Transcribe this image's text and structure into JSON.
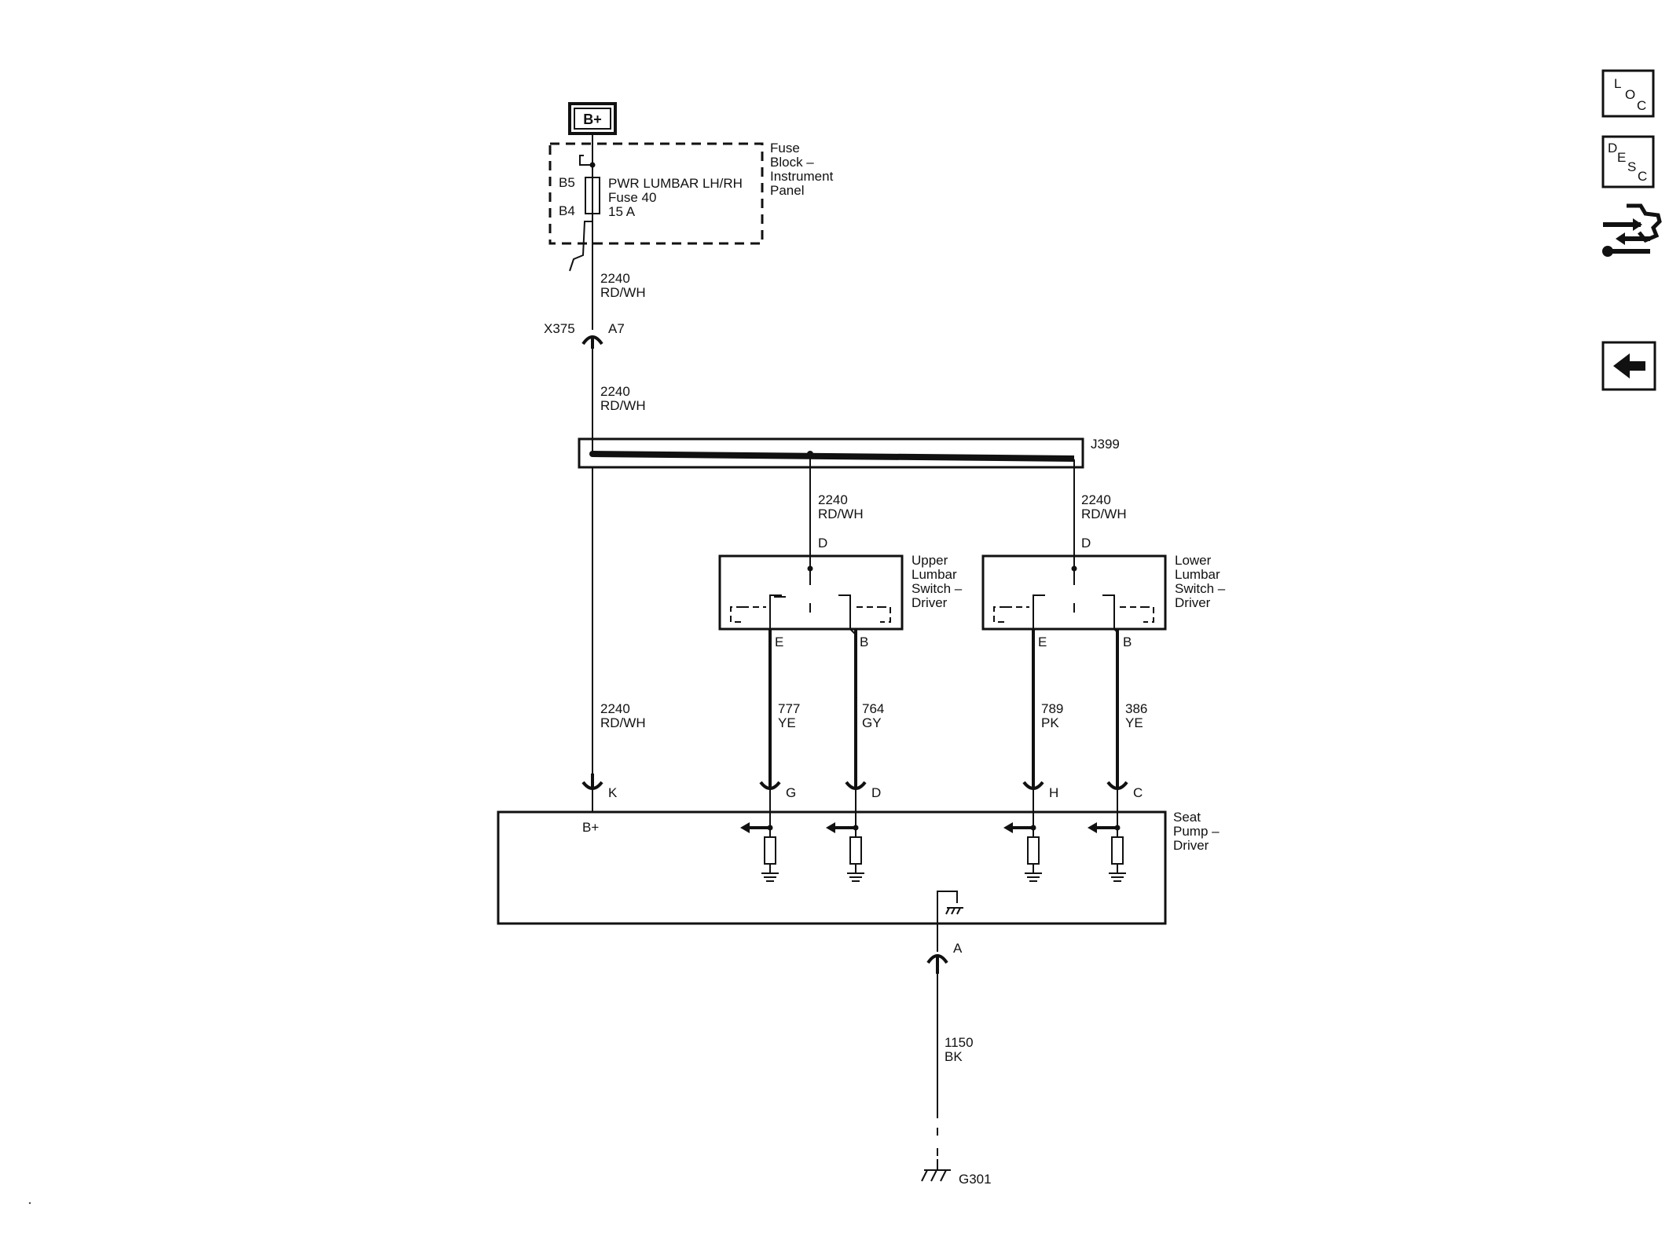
{
  "power_source": {
    "label": "B+"
  },
  "fuse_block": {
    "title_lines": [
      "Fuse",
      "Block –",
      "Instrument",
      "Panel"
    ],
    "pin_top": "B5",
    "pin_bottom": "B4",
    "fuse_lines": [
      "PWR LUMBAR LH/RH",
      "Fuse 40",
      "15 A"
    ]
  },
  "wire_2240": {
    "circuit": "2240",
    "color": "RD/WH"
  },
  "connector_x375": {
    "name": "X375",
    "pin": "A7"
  },
  "splice": {
    "name": "J399"
  },
  "upper_switch": {
    "title_lines": [
      "Upper",
      "Lumbar",
      "Switch –",
      "Driver"
    ],
    "pin_in": "D",
    "pin_left": "E",
    "pin_right": "B"
  },
  "lower_switch": {
    "title_lines": [
      "Lower",
      "Lumbar",
      "Switch –",
      "Driver"
    ],
    "pin_in": "D",
    "pin_left": "E",
    "pin_right": "B"
  },
  "wires": [
    {
      "circuit": "777",
      "color": "YE",
      "pin": "G"
    },
    {
      "circuit": "764",
      "color": "GY",
      "pin": "D"
    },
    {
      "circuit": "789",
      "color": "PK",
      "pin": "H"
    },
    {
      "circuit": "386",
      "color": "YE",
      "pin": "C"
    }
  ],
  "seat_pump": {
    "title_lines": [
      "Seat",
      "Pump –",
      "Driver"
    ],
    "bplus_label": "B+",
    "bplus_pin": "K",
    "ground_pin": "A"
  },
  "ground_wire": {
    "circuit": "1150",
    "color": "BK"
  },
  "ground_point": {
    "name": "G301"
  },
  "sidebar": {
    "loc_letters": [
      "L",
      "O",
      "C"
    ],
    "desc_letters": [
      "D",
      "E",
      "S",
      "C"
    ],
    "connector_icon": "connector-end-view-icon",
    "back_icon": "back-arrow-icon"
  }
}
